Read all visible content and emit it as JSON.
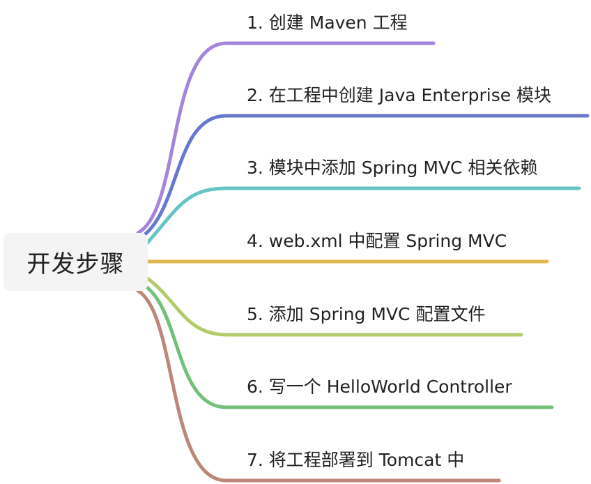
{
  "root": {
    "label": "开发步骤"
  },
  "branches": [
    {
      "label": "1. 创建 Maven 工程",
      "color": "#a584dc"
    },
    {
      "label": "2. 在工程中创建 Java Enterprise 模块",
      "color": "#6878cf"
    },
    {
      "label": "3. 模块中添加 Spring MVC 相关依赖",
      "color": "#66c4c4"
    },
    {
      "label": "4. web.xml 中配置 Spring MVC",
      "color": "#e0b64e"
    },
    {
      "label": "5. 添加 Spring MVC 配置文件",
      "color": "#b3cb6b"
    },
    {
      "label": "6. 写一个 HelloWorld Controller",
      "color": "#72c07a"
    },
    {
      "label": "7. 将工程部署到 Tomcat 中",
      "color": "#bc8777"
    }
  ]
}
